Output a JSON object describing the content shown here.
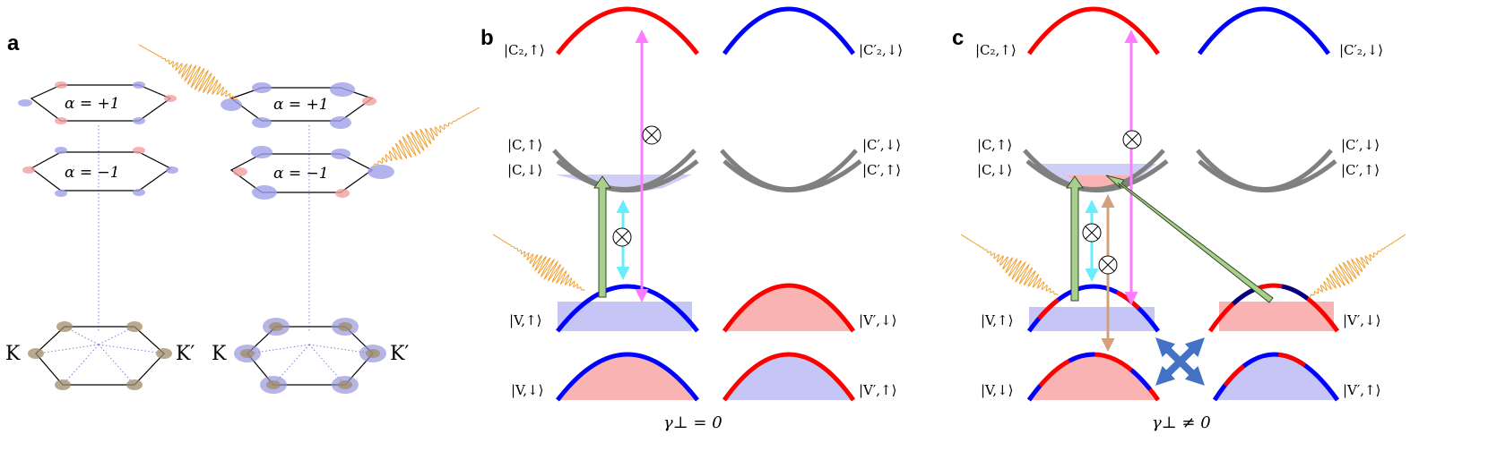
{
  "panels": {
    "a": {
      "letter": "a",
      "alpha_plus": "α = +1",
      "alpha_minus": "α = −1",
      "valley_K": "K",
      "valley_Kp": "K′"
    },
    "b": {
      "letter": "b",
      "labels": {
        "C2_up": "|C₂,↑⟩",
        "C2p_down": "|C′₂,↓⟩",
        "C_up": "|C,↑⟩",
        "C_down": "|C,↓⟩",
        "Cp_down": "|C′,↓⟩",
        "Cp_up": "|C′,↑⟩",
        "V_up": "|V,↑⟩",
        "Vp_down": "|V′,↓⟩",
        "V_down": "|V,↓⟩",
        "Vp_up": "|V′,↑⟩"
      },
      "condition": "γ⊥ = 0"
    },
    "c": {
      "letter": "c",
      "labels": {
        "C2_up": "|C₂,↑⟩",
        "C2p_down": "|C′₂,↓⟩",
        "C_up": "|C,↑⟩",
        "C_down": "|C,↓⟩",
        "Cp_down": "|C′,↓⟩",
        "Cp_up": "|C′,↑⟩",
        "V_up": "|V,↑⟩",
        "Vp_down": "|V′,↓⟩",
        "V_down": "|V,↓⟩",
        "Vp_up": "|V′,↑⟩"
      },
      "condition": "γ⊥ ≠ 0"
    }
  },
  "colors": {
    "spin_up_band": "#ff0000",
    "spin_down_band": "#0000ff",
    "conduction_band": "#808080",
    "fill_red": "#f9b3b3",
    "fill_blue": "#c5c6f5",
    "light_pulse": "#f0a030",
    "arrow_magenta": "#ff7bff",
    "arrow_cyan": "#66eeff",
    "arrow_tan": "#d2a07a",
    "arrow_green": "#a9cf8f",
    "cross_arrows": "#4472c4"
  }
}
